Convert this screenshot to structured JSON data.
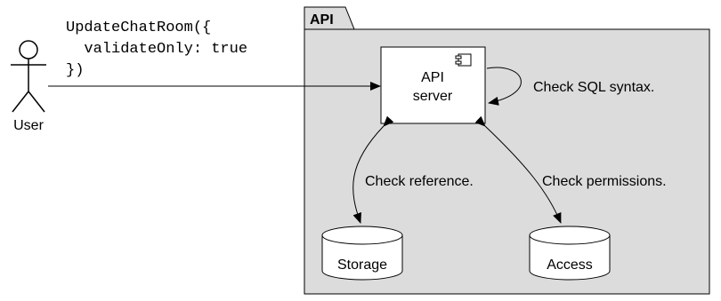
{
  "package": {
    "label": "API"
  },
  "actor": {
    "label": "User"
  },
  "request": {
    "line1": "UpdateChatRoom({",
    "line2": "  validateOnly: true",
    "line3": "})"
  },
  "api_server": {
    "line1": "API",
    "line2": "server"
  },
  "self_check": {
    "label": "Check SQL syntax."
  },
  "storage": {
    "label": "Storage",
    "check_label": "Check reference."
  },
  "access": {
    "label": "Access",
    "check_label": "Check permissions."
  },
  "colors": {
    "package_fill": "#dcdcdc",
    "stroke": "#000000",
    "node_fill": "#ffffff"
  }
}
